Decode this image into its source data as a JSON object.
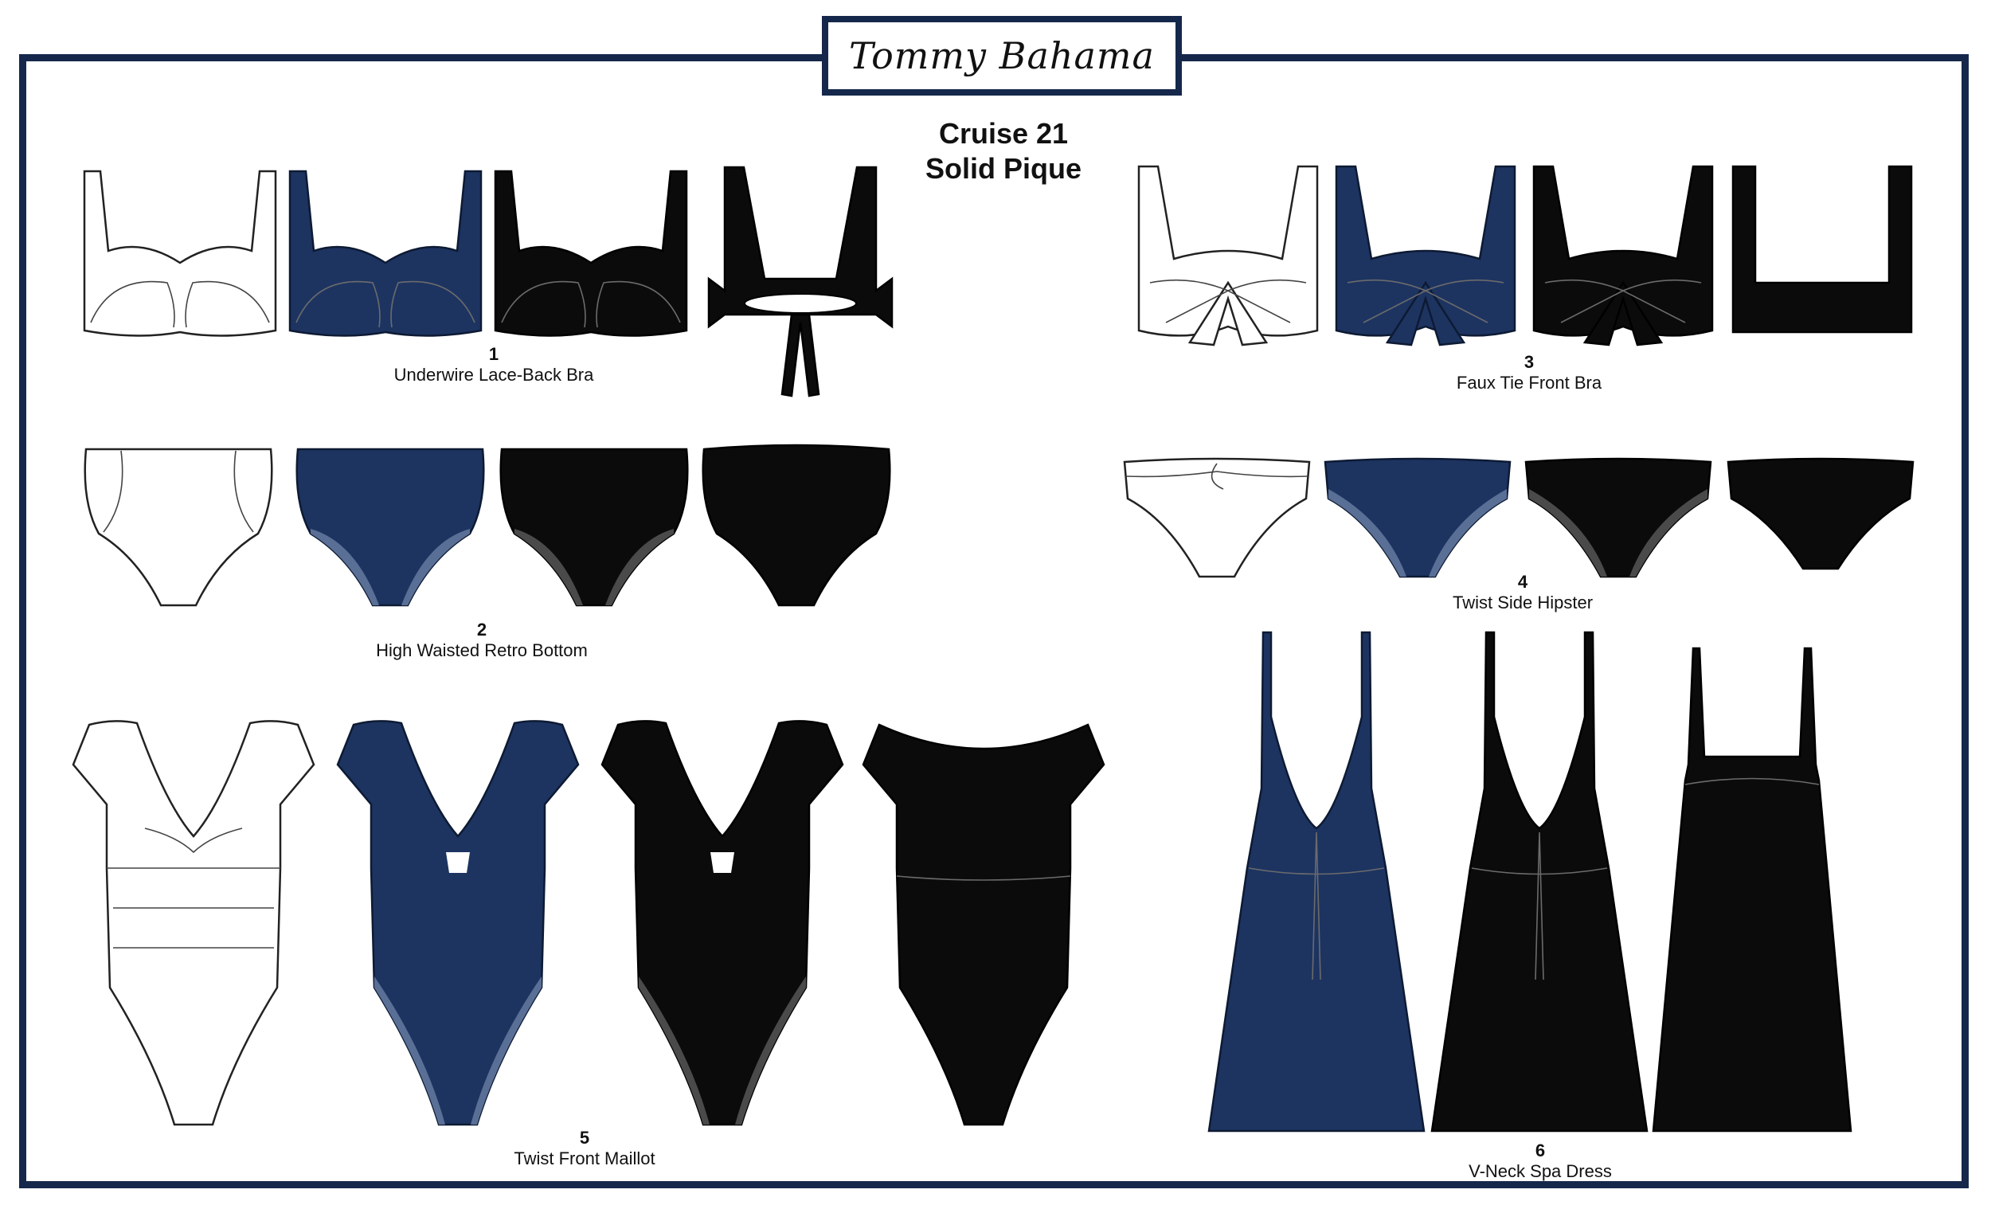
{
  "brand": {
    "logo_text": "Tommy Bahama"
  },
  "header": {
    "title_line1": "Cruise 21",
    "title_line2": "Solid Pique"
  },
  "colors": {
    "frame": "#15284b",
    "navy": "#1d3461",
    "black": "#0b0b0b",
    "white": "#ffffff"
  },
  "styles": [
    {
      "number": "1",
      "name": "Underwire Lace-Back Bra"
    },
    {
      "number": "2",
      "name": "High Waisted Retro Bottom"
    },
    {
      "number": "3",
      "name": "Faux Tie Front Bra"
    },
    {
      "number": "4",
      "name": "Twist Side Hipster"
    },
    {
      "number": "5",
      "name": "Twist Front Maillot"
    },
    {
      "number": "6",
      "name": "V-Neck Spa Dress"
    }
  ]
}
